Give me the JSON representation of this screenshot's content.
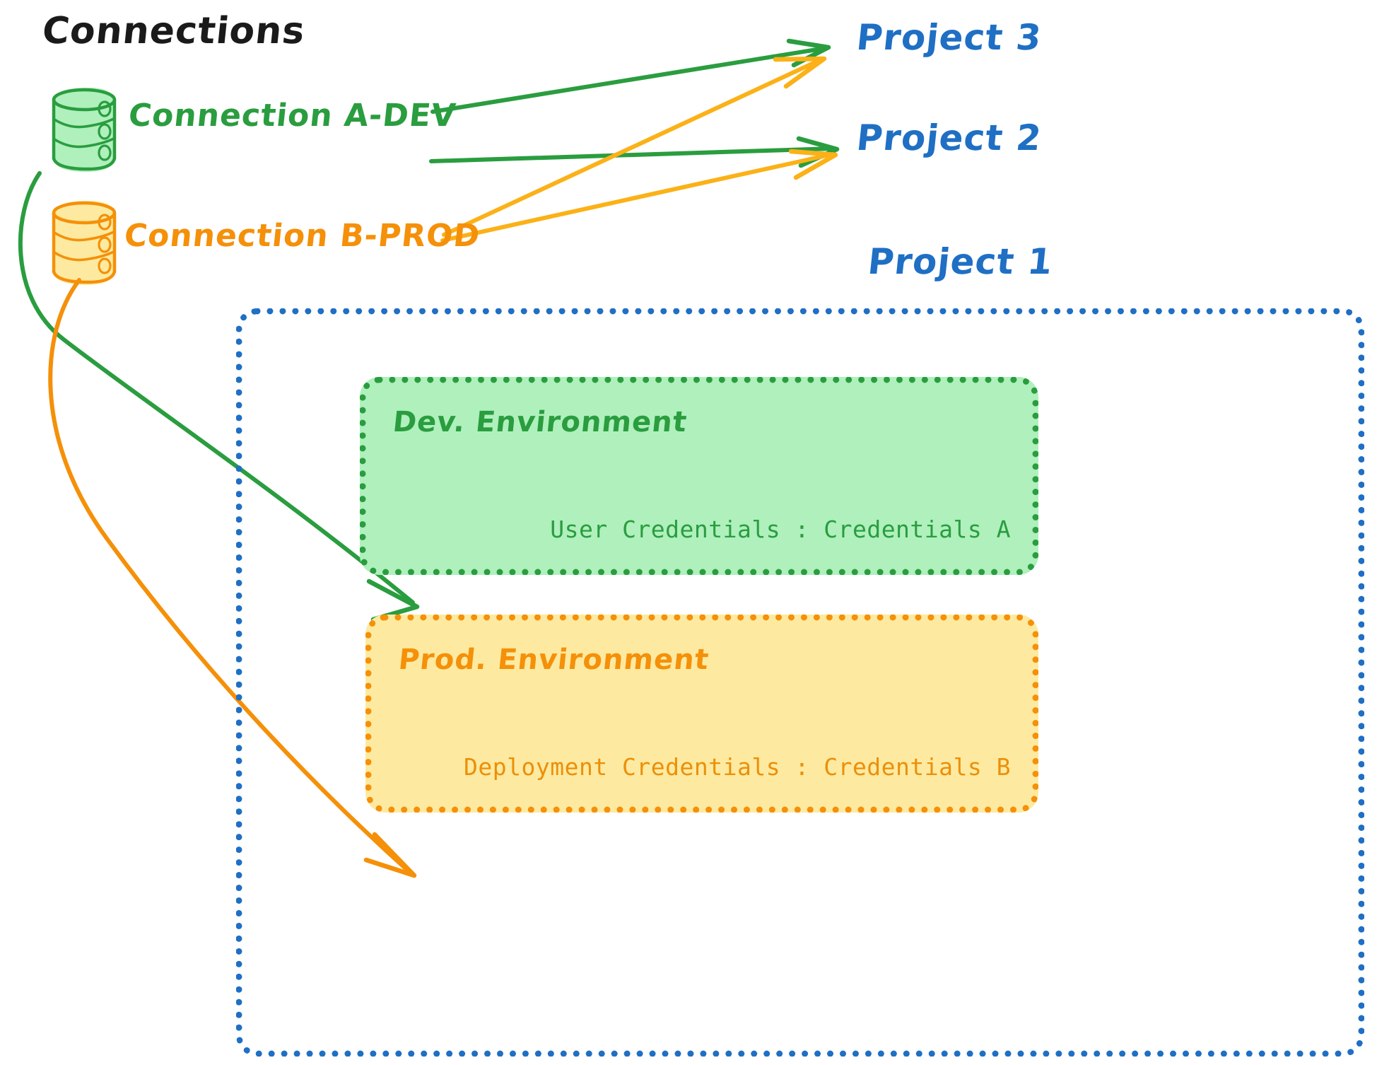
{
  "diagram": {
    "title": "Connections",
    "colors": {
      "green_stroke": "#2a9d3f",
      "green_fill": "#aff0bd",
      "orange_stroke": "#f59009",
      "orange_fill": "#fdeaa0",
      "blue_stroke": "#1f6fc4",
      "black_text": "#1a1a1a",
      "background": "#ffffff"
    }
  },
  "connections": [
    {
      "id": "a-dev",
      "label": "Connection A-DEV",
      "icon": "database-cylinder-icon",
      "color": "#2a9d3f",
      "targets": [
        "Project 3",
        "Project 2",
        "Dev. Environment"
      ]
    },
    {
      "id": "b-prod",
      "label": "Connection B-PROD",
      "icon": "database-cylinder-icon",
      "color": "#f59009",
      "targets": [
        "Project 3",
        "Project 2",
        "Prod. Environment"
      ]
    }
  ],
  "projects": [
    {
      "id": "project-3",
      "label": "Project 3"
    },
    {
      "id": "project-2",
      "label": "Project 2"
    },
    {
      "id": "project-1",
      "label": "Project 1"
    }
  ],
  "project1": {
    "label": "Project 1",
    "environments": [
      {
        "id": "dev",
        "title": "Dev. Environment",
        "credentials_label": "User Credentials",
        "credentials_value": "Credentials A",
        "credentials_line": "User Credentials : Credentials A",
        "color": "#2a9d3f",
        "fill": "#aff0bd"
      },
      {
        "id": "prod",
        "title": "Prod. Environment",
        "credentials_label": "Deployment Credentials",
        "credentials_value": "Credentials B",
        "credentials_line": "Deployment Credentials : Credentials B",
        "color": "#f59009",
        "fill": "#fdeaa0"
      }
    ]
  }
}
